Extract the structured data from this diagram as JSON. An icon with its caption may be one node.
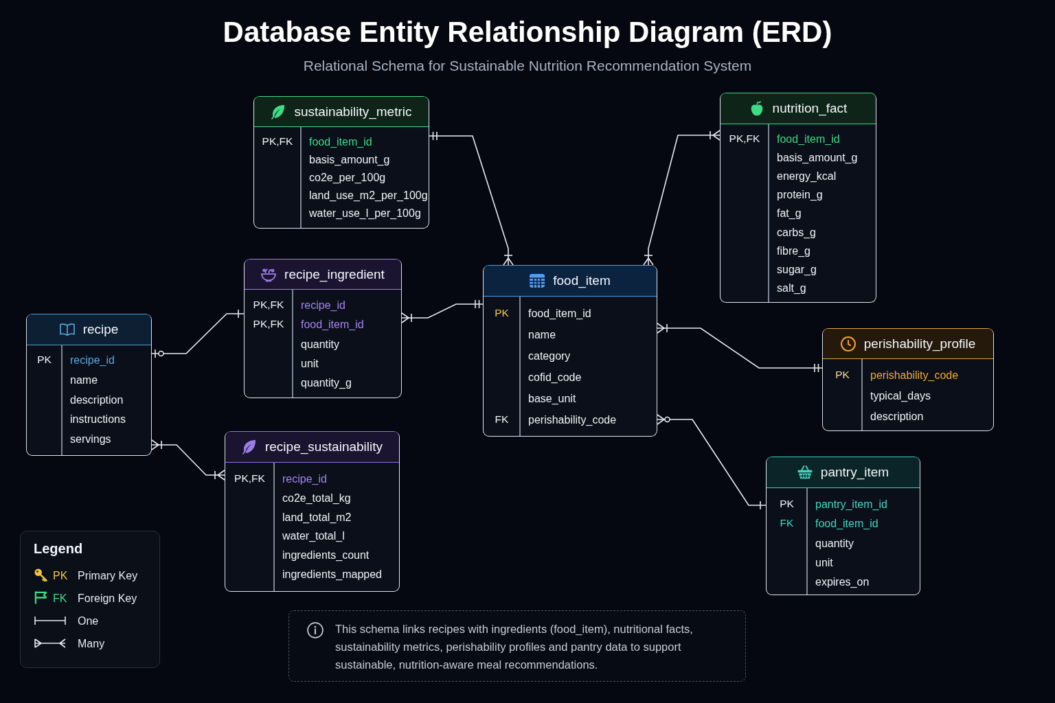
{
  "diagram": {
    "title": "Database Entity Relationship Diagram (ERD)",
    "nodes": [
      {
        "text": [
          "sustainability_metric",
          "PK,FK",
          "food_item_id",
          "basis_amount_g",
          "co2e_per_100g",
          "land_use_m2_per_100g",
          "water_use_l_per_100g"
        ]
      },
      {
        "text": [
          "nutrition_fact",
          "PK,FK",
          "food_item_id",
          "basis_amount_g",
          "energy_kcal",
          "protein_g",
          "fat_g",
          "carbs_g",
          "fibre_g",
          "sugar_g",
          "salt_g"
        ]
      },
      {
        "text": [
          "recipe_ingredient",
          "PK,FK",
          "recipe_id",
          "PK,FK",
          "food_item_id",
          "quantity",
          "unit",
          "quantity_g"
        ]
      },
      {
        "text": [
          "food_item",
          "PK",
          "food_item_id",
          "name",
          "category",
          "cofid_code",
          "base_unit",
          "FK",
          "perishability_code"
        ]
      },
      {
        "text": [
          "recipe",
          "PK",
          "recipe_id",
          "name",
          "description",
          "instructions",
          "servings"
        ]
      },
      {
        "text": [
          "perishability_profile",
          "PK",
          "perishability_code",
          "typical_days",
          "description"
        ]
      },
      {
        "text": [
          "recipe_sustainability",
          "PK,FK",
          "recipe_id",
          "co2e_total_kg",
          "land_total_m2",
          "water_total_l",
          "ingredients_count",
          "ingredients_mapped"
        ]
      },
      {
        "text": [
          "pantry_item",
          "PK",
          "pantry_item_id",
          "FK",
          "food_item_id",
          "quantity",
          "unit",
          "expires_on"
        ]
      },
      {
        "text": [
          "This schema links recipes with ingredients (food_item), nutritional facts, sustainability metrics, perishability profiles and pantry data to support sustainable, nutrition-aware meal recommendations."
        ]
      }
    ],
    "edges": [
      {
        "from": 0,
        "to": 3,
        "arrow": "other"
      },
      {
        "from": 1,
        "to": 3,
        "arrow": "other"
      },
      {
        "from": 2,
        "to": 3,
        "arrow": "other"
      },
      {
        "from": 4,
        "to": 2,
        "arrow": "other"
      },
      {
        "from": 4,
        "to": 6,
        "arrow": "other"
      },
      {
        "from": 3,
        "to": 5,
        "arrow": "other"
      },
      {
        "from": 3,
        "to": 7,
        "arrow": "other"
      }
    ],
    "labels": [
      "Relational Schema for Sustainable Nutrition Recommendation System",
      "Legend",
      "PK",
      "FK"
    ],
    "legend": [
      {
        "text": "Primary Key"
      },
      {
        "text": "Foreign Key"
      },
      {
        "text": "One"
      },
      {
        "text": "Many"
      }
    ]
  }
}
